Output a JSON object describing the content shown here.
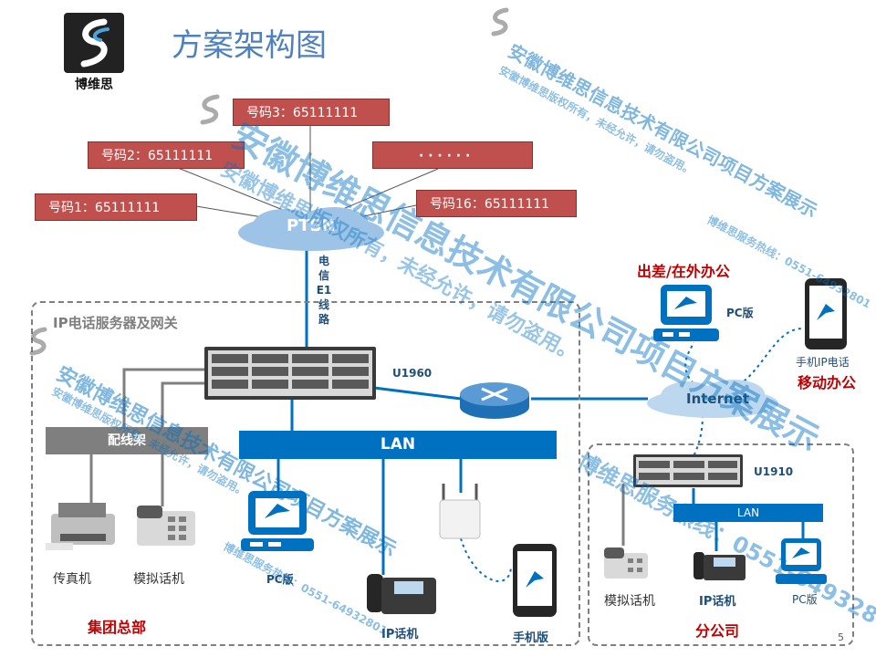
{
  "title": "方案架构图",
  "logo_text": "博维思",
  "numbers": {
    "n1": "号码1：65111111",
    "n2": "号码2：65111111",
    "n3": "号码3：65111111",
    "dots": "· · · · · ·",
    "n16": "号码16：65111111"
  },
  "pstn": "PTSN",
  "trunk_label": [
    "电",
    "信",
    "E1",
    "线",
    "路"
  ],
  "hq_section": "IP电话服务器及网关",
  "u1960": "U1960",
  "lan": "LAN",
  "patch_panel": "配线架",
  "fax": "传真机",
  "analog_phone": "模拟话机",
  "pc_version": "PC版",
  "ip_phone": "IP话机",
  "mobile_version": "手机版",
  "hq_name": "集团总部",
  "remote_title": "出差/在外办公",
  "remote_pc": "PC版",
  "mobile_ip_phone": "手机IP电话",
  "mobile_office": "移动办公",
  "internet": "Internet",
  "u1910": "U1910",
  "branch_lan": "LAN",
  "branch_analog": "模拟话机",
  "branch_ip": "IP话机",
  "branch_pc": "PC版",
  "branch_name": "分公司",
  "page_number": "5",
  "watermark": {
    "company": "安徽博维思信息技术有限公司项目方案展示",
    "rights": "安徽博维思版权所有，未经允许，请勿盗用。",
    "hotline": "博维思服务热线：0551-64932801"
  },
  "colors": {
    "red_box": "#c0504d",
    "blue": "#0070c0",
    "accent_red": "#c00000"
  }
}
